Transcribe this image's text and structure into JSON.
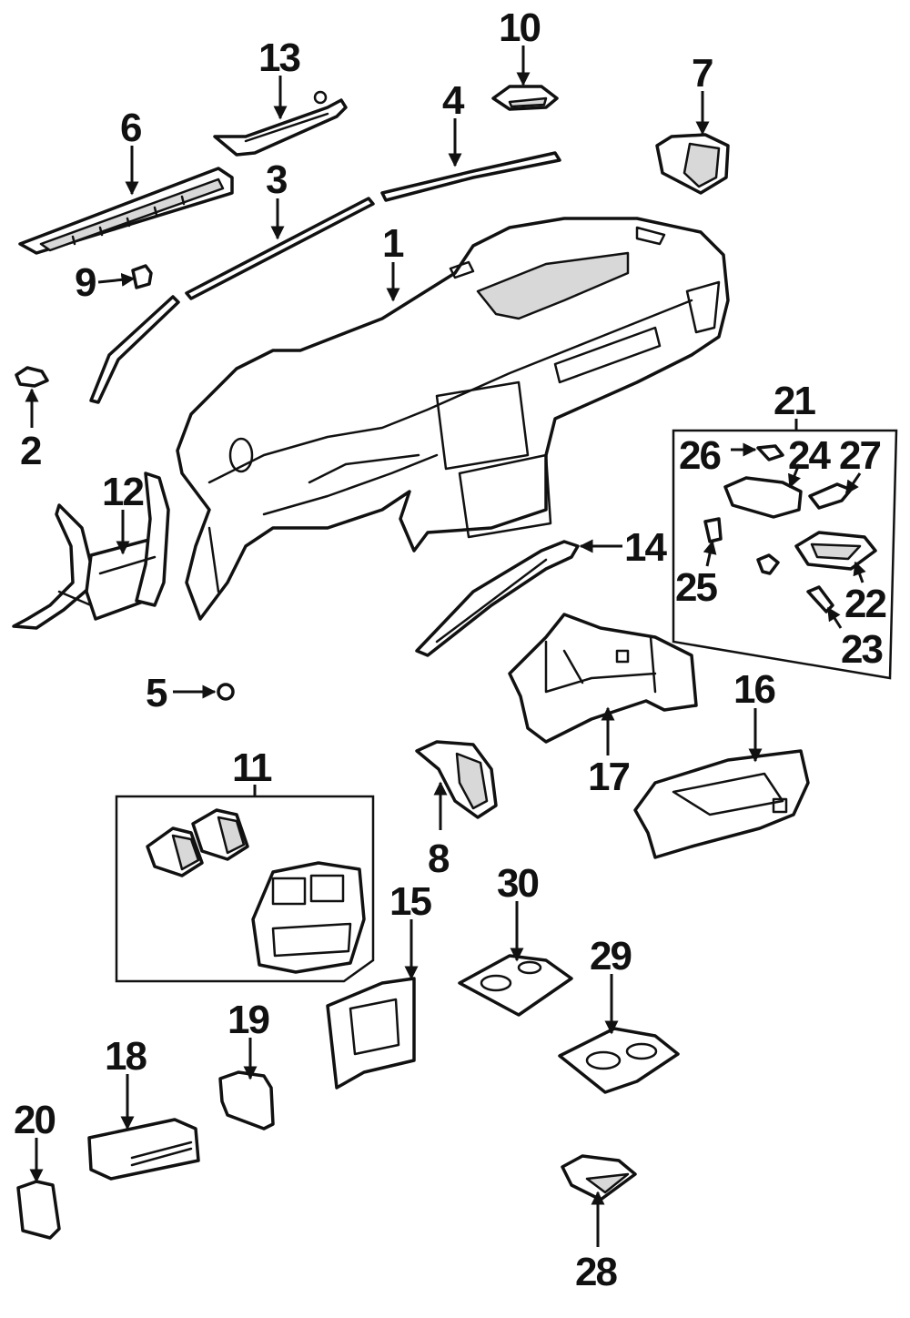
{
  "colors": {
    "line": "#111111",
    "background": "#ffffff",
    "shade": "#d8d8d8"
  },
  "callouts": [
    {
      "id": "1",
      "label": "1"
    },
    {
      "id": "2",
      "label": "2"
    },
    {
      "id": "3",
      "label": "3"
    },
    {
      "id": "4",
      "label": "4"
    },
    {
      "id": "5",
      "label": "5"
    },
    {
      "id": "6",
      "label": "6"
    },
    {
      "id": "7",
      "label": "7"
    },
    {
      "id": "8",
      "label": "8"
    },
    {
      "id": "9",
      "label": "9"
    },
    {
      "id": "10",
      "label": "10"
    },
    {
      "id": "11",
      "label": "11"
    },
    {
      "id": "12",
      "label": "12"
    },
    {
      "id": "13",
      "label": "13"
    },
    {
      "id": "14",
      "label": "14"
    },
    {
      "id": "15",
      "label": "15"
    },
    {
      "id": "16",
      "label": "16"
    },
    {
      "id": "17",
      "label": "17"
    },
    {
      "id": "18",
      "label": "18"
    },
    {
      "id": "19",
      "label": "19"
    },
    {
      "id": "20",
      "label": "20"
    },
    {
      "id": "21",
      "label": "21"
    },
    {
      "id": "22",
      "label": "22"
    },
    {
      "id": "23",
      "label": "23"
    },
    {
      "id": "24",
      "label": "24"
    },
    {
      "id": "25",
      "label": "25"
    },
    {
      "id": "26",
      "label": "26"
    },
    {
      "id": "27",
      "label": "27"
    },
    {
      "id": "28",
      "label": "28"
    },
    {
      "id": "29",
      "label": "29"
    },
    {
      "id": "30",
      "label": "30"
    }
  ]
}
